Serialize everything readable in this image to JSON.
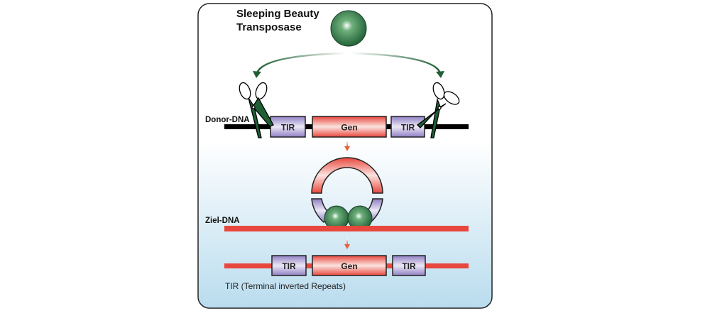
{
  "title_line1": "Sleeping Beauty",
  "title_line2": "Transposase",
  "donor_label": "Donor-DNA",
  "target_label": "Ziel-DNA",
  "tir_label": "TIR",
  "gene_label": "Gen",
  "legend": "TIR (Terminal inverted Repeats)",
  "colors": {
    "gene_red": "#e8473d",
    "tir_purple": "#8f7fc4",
    "sphere_green": "#1f5f35",
    "target_dna_red": "#e8473d",
    "donor_dna_black": "#000000",
    "background_top": "#ffffff",
    "background_bottom": "#b9dcee"
  }
}
